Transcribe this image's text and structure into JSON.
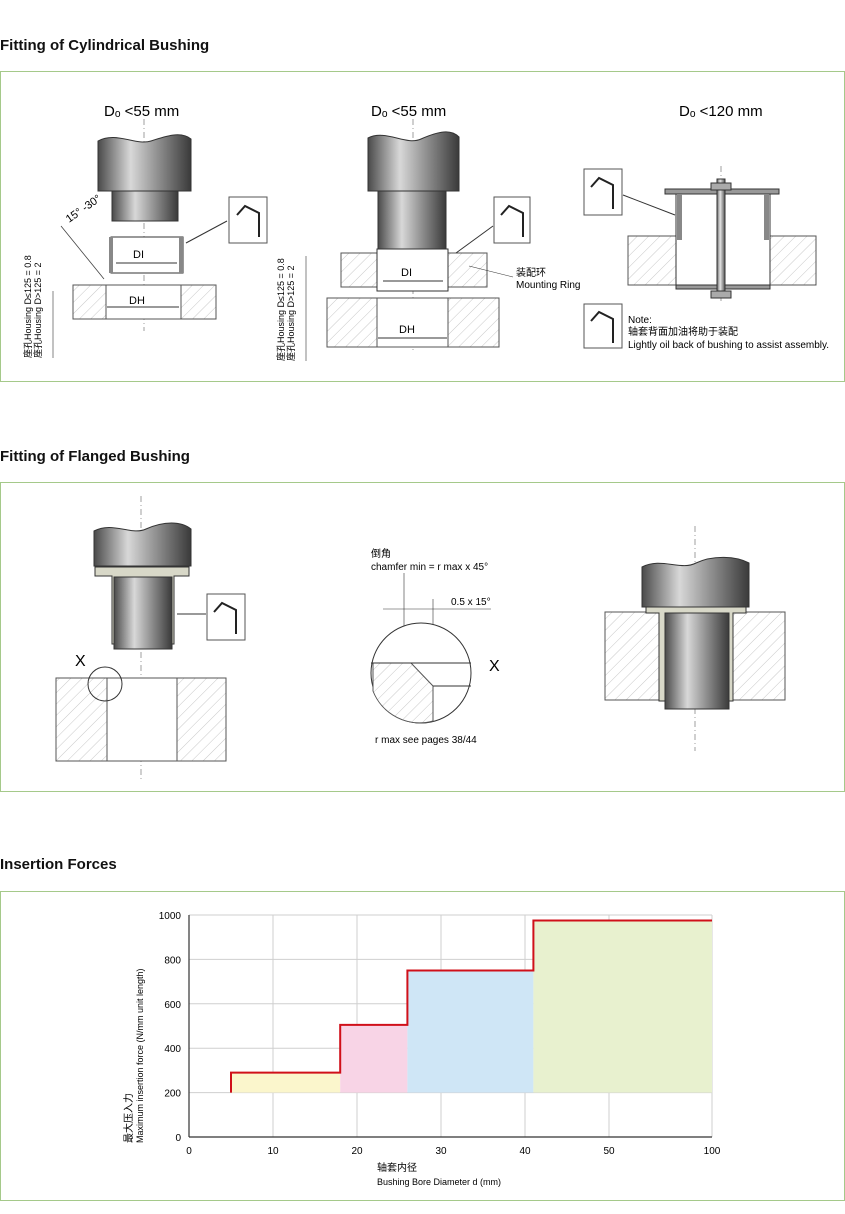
{
  "sections": {
    "cyl": {
      "title": "Fitting of Cylindrical Bushing",
      "fig1": {
        "dia_label": "Dₒ <55 mm",
        "angle": "15° -30°",
        "di": "DI",
        "dh": "DH",
        "housing_lt": "座孔Housing D",
        "housing_lt_tail": "≤125 = 0.8",
        "housing_gt": "座孔Housing D",
        "housing_gt_tail": ">125 = 2"
      },
      "fig2": {
        "dia_label": "Dₒ <55 mm",
        "di": "DI",
        "dh": "DH",
        "ring_cn": "装配环",
        "ring_en": "Mounting Ring",
        "housing_lt": "座孔Housing D",
        "housing_lt_tail": "≤125 = 0.8",
        "housing_gt": "座孔Housing D",
        "housing_gt_tail": ">125 = 2"
      },
      "fig3": {
        "dia_label": "Dₒ <120 mm"
      },
      "note": {
        "title": "Note:",
        "cn": "轴套背面加油将助于装配",
        "en": "Lightly oil back of bushing to assist assembly."
      }
    },
    "flanged": {
      "title": "Fitting of Flanged Bushing",
      "x_label": "X",
      "detail": {
        "cn": "倒角",
        "chamfer": "chamfer min = r max x 45°",
        "angle": "0.5 x 15°",
        "x": "X",
        "rmax": "r max see pages 38/44"
      }
    },
    "forces": {
      "title": "Insertion Forces"
    }
  },
  "chart_data": {
    "type": "step",
    "xlabel_cn": "轴套内径",
    "xlabel": "Bushing Bore Diameter d (mm)",
    "ylabel_cn": "最大压入力",
    "ylabel": "Maximum insertion force (N/mm unit length)",
    "x_ticks": [
      "0",
      "10",
      "20",
      "30",
      "40",
      "50",
      "100"
    ],
    "y_ticks": [
      "0",
      "200",
      "400",
      "600",
      "800",
      "1000"
    ],
    "ylim": [
      0,
      1000
    ],
    "grid": true,
    "steps": [
      {
        "x_from": 5,
        "x_to": 18,
        "y": 290,
        "color": "#fbf6cc"
      },
      {
        "x_from": 18,
        "x_to": 26,
        "y": 505,
        "color": "#f8d4e6"
      },
      {
        "x_from": 26,
        "x_to": 41,
        "y": 750,
        "color": "#cfe6f6"
      },
      {
        "x_from": 41,
        "x_to": 100,
        "y": 975,
        "color": "#e8f1cf"
      }
    ],
    "line_color": "#d0101a"
  }
}
